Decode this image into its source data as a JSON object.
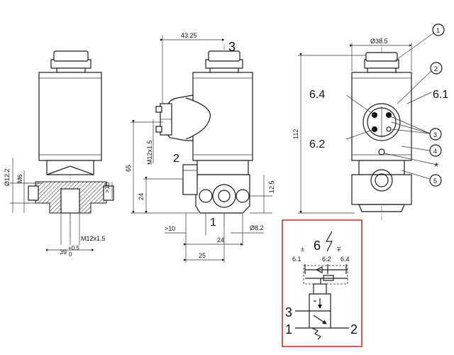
{
  "dimensions": {
    "d_43_25": "43.25",
    "d_38_5": "Ø38.5",
    "d_112": "112",
    "d_65": "65",
    "d_24_left": "24",
    "d_24_bottom": "24",
    "d_12_5": "12.5",
    "d_m12_left": "M12x1.5",
    "d_m12_bottom": "M12x1.5",
    "d_12_2": "Ø12.2",
    "d_m6": "M6",
    "d_10_right": ">10",
    "d_10_bottom": ">10",
    "d_8_2": "Ø8.2",
    "d_25": "25",
    "d_39": "39",
    "d_39_tol_up": "+0.5",
    "d_39_tol_dn": "0"
  },
  "ports": {
    "p3": "3",
    "p2": "2",
    "p1": "1"
  },
  "callouts": {
    "c1": "1",
    "c2": "2",
    "c3": "3",
    "c4": "4",
    "c5": "5",
    "c6_1": "6.1",
    "c6_4": "6.4",
    "c6_2": "6.2",
    "asterisk": "*"
  },
  "schematic": {
    "title": "6",
    "pin_6_1": "6.1",
    "pin_6_2": "6.2",
    "pin_6_4": "6.4",
    "plus": "±",
    "minus": "∓",
    "port_3": "3",
    "port_1": "1",
    "port_2": "2",
    "highlight_color": "#d62c2c"
  }
}
